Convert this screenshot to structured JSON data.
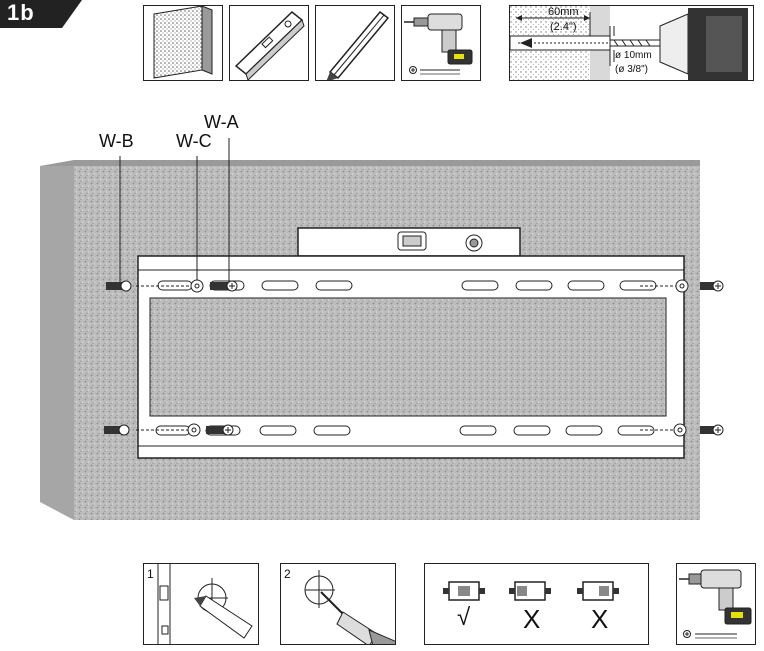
{
  "step": "1b",
  "wall_labels": {
    "wb": "W-B",
    "wc": "W-C",
    "wa": "W-A"
  },
  "drill_spec": {
    "depth_mm": "60mm",
    "depth_in": "(2.4\")",
    "dia_mm": "ø 10mm",
    "dia_in": "(ø 3/8\")"
  },
  "steps": {
    "one": "1",
    "two": "2"
  },
  "level_checks": {
    "ok": "√",
    "bad1": "X",
    "bad2": "X"
  },
  "colors": {
    "wall": "#bdbdbd",
    "wall_side": "#9e9e9e",
    "ink": "#222222"
  }
}
